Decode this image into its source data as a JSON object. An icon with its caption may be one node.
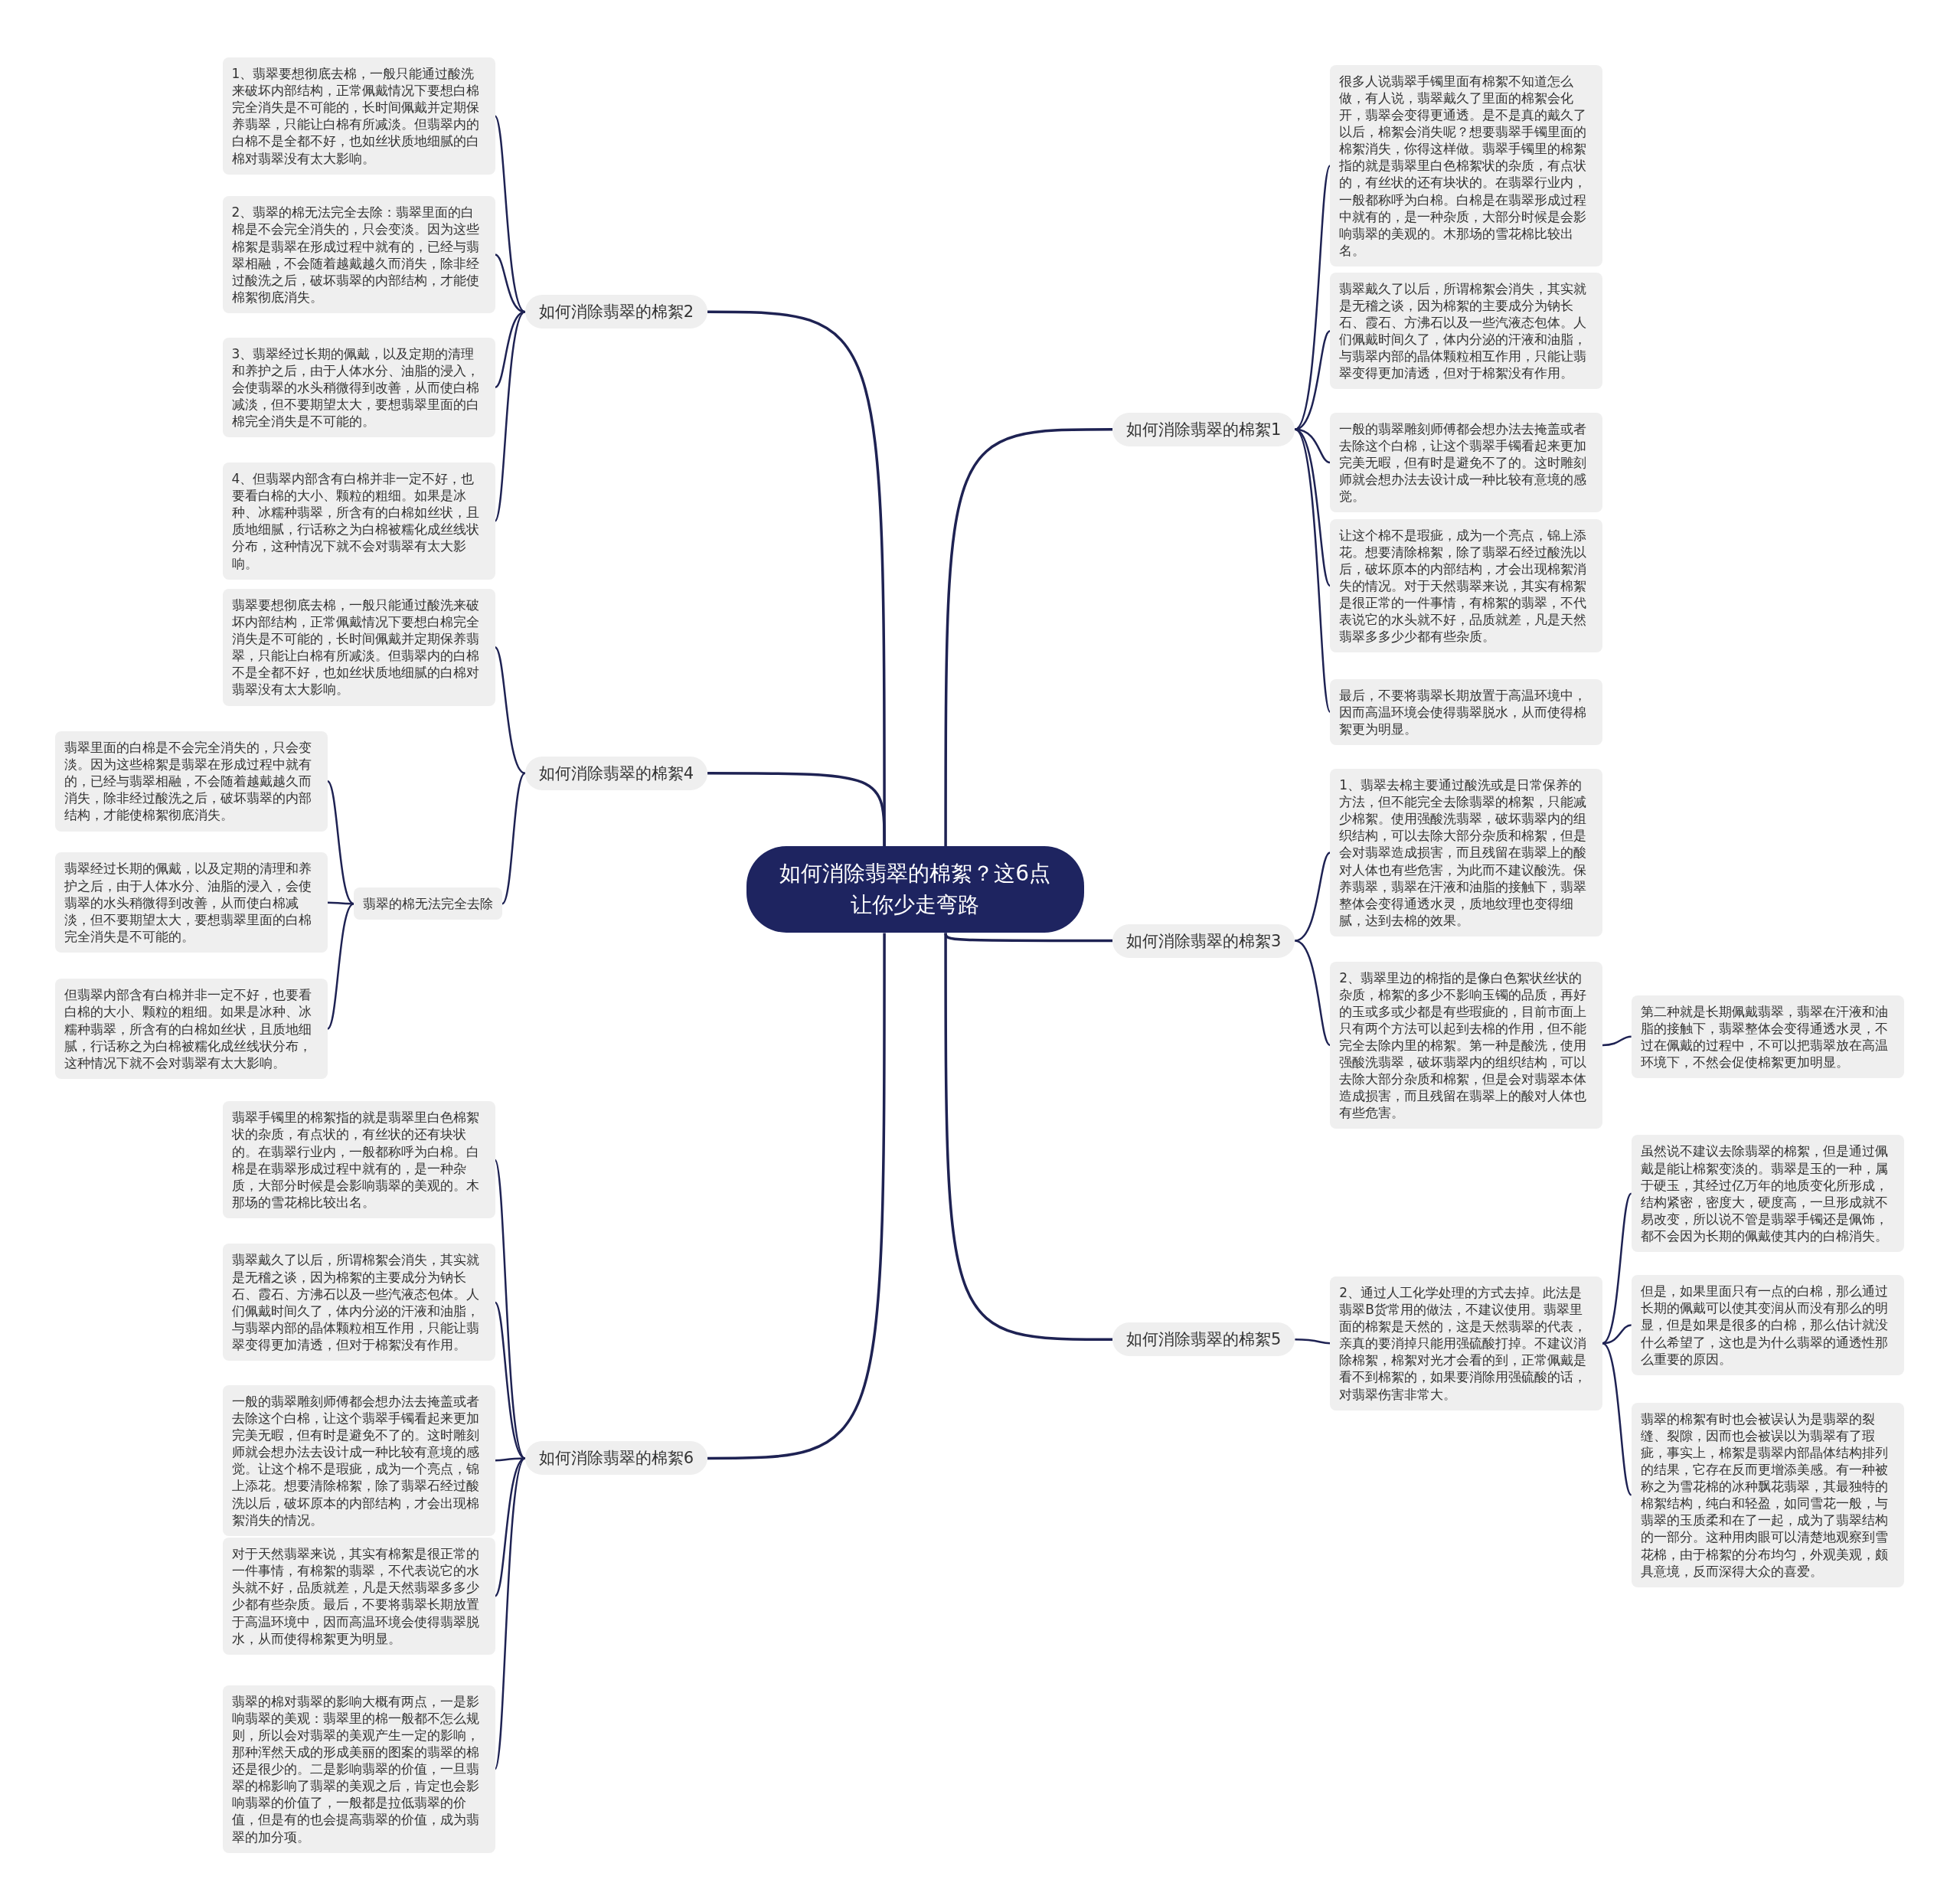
{
  "diagram": {
    "nodes": [
      {
        "text": [
          "如何消除翡翠的棉絮？这6点让你少走弯路"
        ]
      },
      {
        "text": [
          "如何消除翡翠的棉絮1"
        ]
      },
      {
        "text": [
          "很多人说翡翠手镯里面有棉絮不知道怎么做，有人说，翡翠戴久了里面的棉絮会化开，翡翠会变得更通透。是不是真的戴久了以后，棉絮会消失呢？想要翡翠手镯里面的棉絮消失，你得这样做。翡翠手镯里的棉絮指的就是翡翠里白色棉絮状的杂质，有点状的，有丝状的还有块状的。在翡翠行业内，一般都称呼为白棉。白棉是在翡翠形成过程中就有的，是一种杂质，大部分时候是会影响翡翠的美观的。木那场的雪花棉比较出名。"
        ]
      },
      {
        "text": [
          "翡翠戴久了以后，所谓棉絮会消失，其实就是无稽之谈，因为棉絮的主要成分为钠长石、霞石、方沸石以及一些汽液态包体。人们佩戴时间久了，体内分泌的汗液和油脂，与翡翠内部的晶体颗粒相互作用，只能让翡翠变得更加清透，但对于棉絮没有作用。"
        ]
      },
      {
        "text": [
          "一般的翡翠雕刻师傅都会想办法去掩盖或者去除这个白棉，让这个翡翠手镯看起来更加完美无暇，但有时是避免不了的。这时雕刻师就会想办法去设计成一种比较有意境的感觉。"
        ]
      },
      {
        "text": [
          "让这个棉不是瑕疵，成为一个亮点，锦上添花。想要清除棉絮，除了翡翠石经过酸洗以后，破坏原本的内部结构，才会出现棉絮消失的情况。对于天然翡翠来说，其实有棉絮是很正常的一件事情，有棉絮的翡翠，不代表说它的水头就不好，品质就差，凡是天然翡翠多多少少都有些杂质。"
        ]
      },
      {
        "text": [
          "最后，不要将翡翠长期放置于高温环境中，因而高温环境会使得翡翠脱水，从而使得棉絮更为明显。"
        ]
      },
      {
        "text": [
          "如何消除翡翠的棉絮2"
        ]
      },
      {
        "text": [
          "1、翡翠要想彻底去棉，一般只能通过酸洗来破坏内部结构，正常佩戴情况下要想白棉完全消失是不可能的，长时间佩戴并定期保养翡翠，只能让白棉有所减淡。但翡翠内的白棉不是全都不好，也如丝状质地细腻的白棉对翡翠没有太大影响。"
        ]
      },
      {
        "text": [
          "2、翡翠的棉无法完全去除：翡翠里面的白棉是不会完全消失的，只会变淡。因为这些棉絮是翡翠在形成过程中就有的，已经与翡翠相融，不会随着越戴越久而消失，除非经过酸洗之后，破坏翡翠的内部结构，才能使棉絮彻底消失。"
        ]
      },
      {
        "text": [
          "3、翡翠经过长期的佩戴，以及定期的清理和养护之后，由于人体水分、油脂的浸入，会使翡翠的水头稍微得到改善，从而使白棉减淡，但不要期望太大，要想翡翠里面的白棉完全消失是不可能的。"
        ]
      },
      {
        "text": [
          "4、但翡翠内部含有白棉并非一定不好，也要看白棉的大小、颗粒的粗细。如果是冰种、冰糯种翡翠，所含有的白棉如丝状，且质地细腻，行话称之为白棉被糯化成丝线状分布，这种情况下就不会对翡翠有太大影响。"
        ]
      },
      {
        "text": [
          "如何消除翡翠的棉絮3"
        ]
      },
      {
        "text": [
          "1、翡翠去棉主要通过酸洗或是日常保养的方法，但不能完全去除翡翠的棉絮，只能减少棉絮。使用强酸洗翡翠，破坏翡翠内的组织结构，可以去除大部分杂质和棉絮，但是会对翡翠造成损害，而且残留在翡翠上的酸对人体也有些危害，为此而不建议酸洗。保养翡翠，翡翠在汗液和油脂的接触下，翡翠整体会变得通透水灵，质地纹理也变得细腻，达到去棉的效果。"
        ]
      },
      {
        "text": [
          "2、翡翠里边的棉指的是像白色絮状丝状的杂质，棉絮的多少不影响玉镯的品质，再好的玉或多或少都是有些瑕疵的，目前市面上只有两个方法可以起到去棉的作用，但不能完全去除内里的棉絮。第一种是酸洗，使用强酸洗翡翠，破坏翡翠内的组织结构，可以去除大部分杂质和棉絮，但是会对翡翠本体造成损害，而且残留在翡翠上的酸对人体也有些危害。"
        ]
      },
      {
        "text": [
          "第二种就是长期佩戴翡翠，翡翠在汗液和油脂的接触下，翡翠整体会变得通透水灵，不过在佩戴的过程中，不可以把翡翠放在高温环境下，不然会促使棉絮更加明显。"
        ]
      },
      {
        "text": [
          "如何消除翡翠的棉絮4"
        ]
      },
      {
        "text": [
          "翡翠要想彻底去棉，一般只能通过酸洗来破坏内部结构，正常佩戴情况下要想白棉完全消失是不可能的，长时间佩戴并定期保养翡翠，只能让白棉有所减淡。但翡翠内的白棉不是全都不好，也如丝状质地细腻的白棉对翡翠没有太大影响。"
        ]
      },
      {
        "text": [
          "翡翠的棉无法完全去除"
        ]
      },
      {
        "text": [
          "翡翠里面的白棉是不会完全消失的，只会变淡。因为这些棉絮是翡翠在形成过程中就有的，已经与翡翠相融，不会随着越戴越久而消失，除非经过酸洗之后，破坏翡翠的内部结构，才能使棉絮彻底消失。"
        ]
      },
      {
        "text": [
          "翡翠经过长期的佩戴，以及定期的清理和养护之后，由于人体水分、油脂的浸入，会使翡翠的水头稍微得到改善，从而使白棉减淡，但不要期望太大，要想翡翠里面的白棉完全消失是不可能的。"
        ]
      },
      {
        "text": [
          "但翡翠内部含有白棉并非一定不好，也要看白棉的大小、颗粒的粗细。如果是冰种、冰糯种翡翠，所含有的白棉如丝状，且质地细腻，行话称之为白棉被糯化成丝线状分布，这种情况下就不会对翡翠有太大影响。"
        ]
      },
      {
        "text": [
          "如何消除翡翠的棉絮5"
        ]
      },
      {
        "text": [
          "2、通过人工化学处理的方式去掉。此法是翡翠B货常用的做法，不建议使用。翡翠里面的棉絮是天然的，这是天然翡翠的代表，亲真的要消掉只能用强硫酸打掉。不建议消除棉絮，棉絮对光才会看的到，正常佩戴是看不到棉絮的，如果要消除用强硫酸的话，对翡翠伤害非常大。"
        ]
      },
      {
        "text": [
          "虽然说不建议去除翡翠的棉絮，但是通过佩戴是能让棉絮变淡的。翡翠是玉的一种，属于硬玉，其经过亿万年的地质变化所形成，结构紧密，密度大，硬度高，一旦形成就不易改变，所以说不管是翡翠手镯还是佩饰，都不会因为长期的佩戴使其内的白棉消失。"
        ]
      },
      {
        "text": [
          "但是，如果里面只有一点的白棉，那么通过长期的佩戴可以使其变润从而没有那么的明显，但是如果是很多的白棉，那么估计就没什么希望了，这也是为什么翡翠的通透性那么重要的原因。"
        ]
      },
      {
        "text": [
          "翡翠的棉絮有时也会被误认为是翡翠的裂缝、裂隙，因而也会被误以为翡翠有了瑕疵，事实上，棉絮是翡翠内部晶体结构排列的结果，它存在反而更增添美感。有一种被称之为雪花棉的冰种飘花翡翠，其最独特的棉絮结构，纯白和轻盈，如同雪花一般，与翡翠的玉质柔和在了一起，成为了翡翠结构的一部分。这种用肉眼可以清楚地观察到雪花棉，由于棉絮的分布均匀，外观美观，颇具意境，反而深得大众的喜爱。"
        ]
      },
      {
        "text": [
          "如何消除翡翠的棉絮6"
        ]
      },
      {
        "text": [
          "翡翠手镯里的棉絮指的就是翡翠里白色棉絮状的杂质，有点状的，有丝状的还有块状的。在翡翠行业内，一般都称呼为白棉。白棉是在翡翠形成过程中就有的，是一种杂质，大部分时候是会影响翡翠的美观的。木那场的雪花棉比较出名。"
        ]
      },
      {
        "text": [
          "翡翠戴久了以后，所谓棉絮会消失，其实就是无稽之谈，因为棉絮的主要成分为钠长石、霞石、方沸石以及一些汽液态包体。人们佩戴时间久了，体内分泌的汗液和油脂，与翡翠内部的晶体颗粒相互作用，只能让翡翠变得更加清透，但对于棉絮没有作用。"
        ]
      },
      {
        "text": [
          "一般的翡翠雕刻师傅都会想办法去掩盖或者去除这个白棉，让这个翡翠手镯看起来更加完美无暇，但有时是避免不了的。这时雕刻师就会想办法去设计成一种比较有意境的感觉。让这个棉不是瑕疵，成为一个亮点，锦上添花。想要清除棉絮，除了翡翠石经过酸洗以后，破坏原本的内部结构，才会出现棉絮消失的情况。"
        ]
      },
      {
        "text": [
          "对于天然翡翠来说，其实有棉絮是很正常的一件事情，有棉絮的翡翠，不代表说它的水头就不好，品质就差，凡是天然翡翠多多少少都有些杂质。最后，不要将翡翠长期放置于高温环境中，因而高温环境会使得翡翠脱水，从而使得棉絮更为明显。"
        ]
      },
      {
        "text": [
          "翡翠的棉对翡翠的影响大概有两点，一是影响翡翠的美观：翡翠里的棉一般都不怎么规则，所以会对翡翠的美观产生一定的影响，那种浑然天成的形成美丽的图案的翡翠的棉还是很少的。二是影响翡翠的价值，一旦翡翠的棉影响了翡翠的美观之后，肯定也会影响翡翠的价值了，一般都是拉低翡翠的价值，但是有的也会提高翡翠的价值，成为翡翠的加分项。"
        ]
      }
    ],
    "edges": [
      {
        "from": 0,
        "to": 1,
        "arrow": "none"
      },
      {
        "from": 1,
        "to": 2,
        "arrow": "none"
      },
      {
        "from": 1,
        "to": 3,
        "arrow": "none"
      },
      {
        "from": 1,
        "to": 4,
        "arrow": "none"
      },
      {
        "from": 1,
        "to": 5,
        "arrow": "none"
      },
      {
        "from": 1,
        "to": 6,
        "arrow": "none"
      },
      {
        "from": 0,
        "to": 7,
        "arrow": "none"
      },
      {
        "from": 7,
        "to": 8,
        "arrow": "none"
      },
      {
        "from": 7,
        "to": 9,
        "arrow": "none"
      },
      {
        "from": 7,
        "to": 10,
        "arrow": "none"
      },
      {
        "from": 7,
        "to": 11,
        "arrow": "none"
      },
      {
        "from": 0,
        "to": 12,
        "arrow": "none"
      },
      {
        "from": 12,
        "to": 13,
        "arrow": "none"
      },
      {
        "from": 12,
        "to": 14,
        "arrow": "none"
      },
      {
        "from": 14,
        "to": 15,
        "arrow": "none"
      },
      {
        "from": 0,
        "to": 16,
        "arrow": "none"
      },
      {
        "from": 16,
        "to": 17,
        "arrow": "none"
      },
      {
        "from": 16,
        "to": 18,
        "arrow": "none"
      },
      {
        "from": 18,
        "to": 19,
        "arrow": "none"
      },
      {
        "from": 18,
        "to": 20,
        "arrow": "none"
      },
      {
        "from": 18,
        "to": 21,
        "arrow": "none"
      },
      {
        "from": 0,
        "to": 22,
        "arrow": "none"
      },
      {
        "from": 22,
        "to": 23,
        "arrow": "none"
      },
      {
        "from": 23,
        "to": 24,
        "arrow": "none"
      },
      {
        "from": 23,
        "to": 25,
        "arrow": "none"
      },
      {
        "from": 23,
        "to": 26,
        "arrow": "none"
      },
      {
        "from": 0,
        "to": 27,
        "arrow": "none"
      },
      {
        "from": 27,
        "to": 28,
        "arrow": "none"
      },
      {
        "from": 27,
        "to": 29,
        "arrow": "none"
      },
      {
        "from": 27,
        "to": 30,
        "arrow": "none"
      },
      {
        "from": 27,
        "to": 31,
        "arrow": "none"
      },
      {
        "from": 27,
        "to": 32,
        "arrow": "none"
      }
    ]
  }
}
